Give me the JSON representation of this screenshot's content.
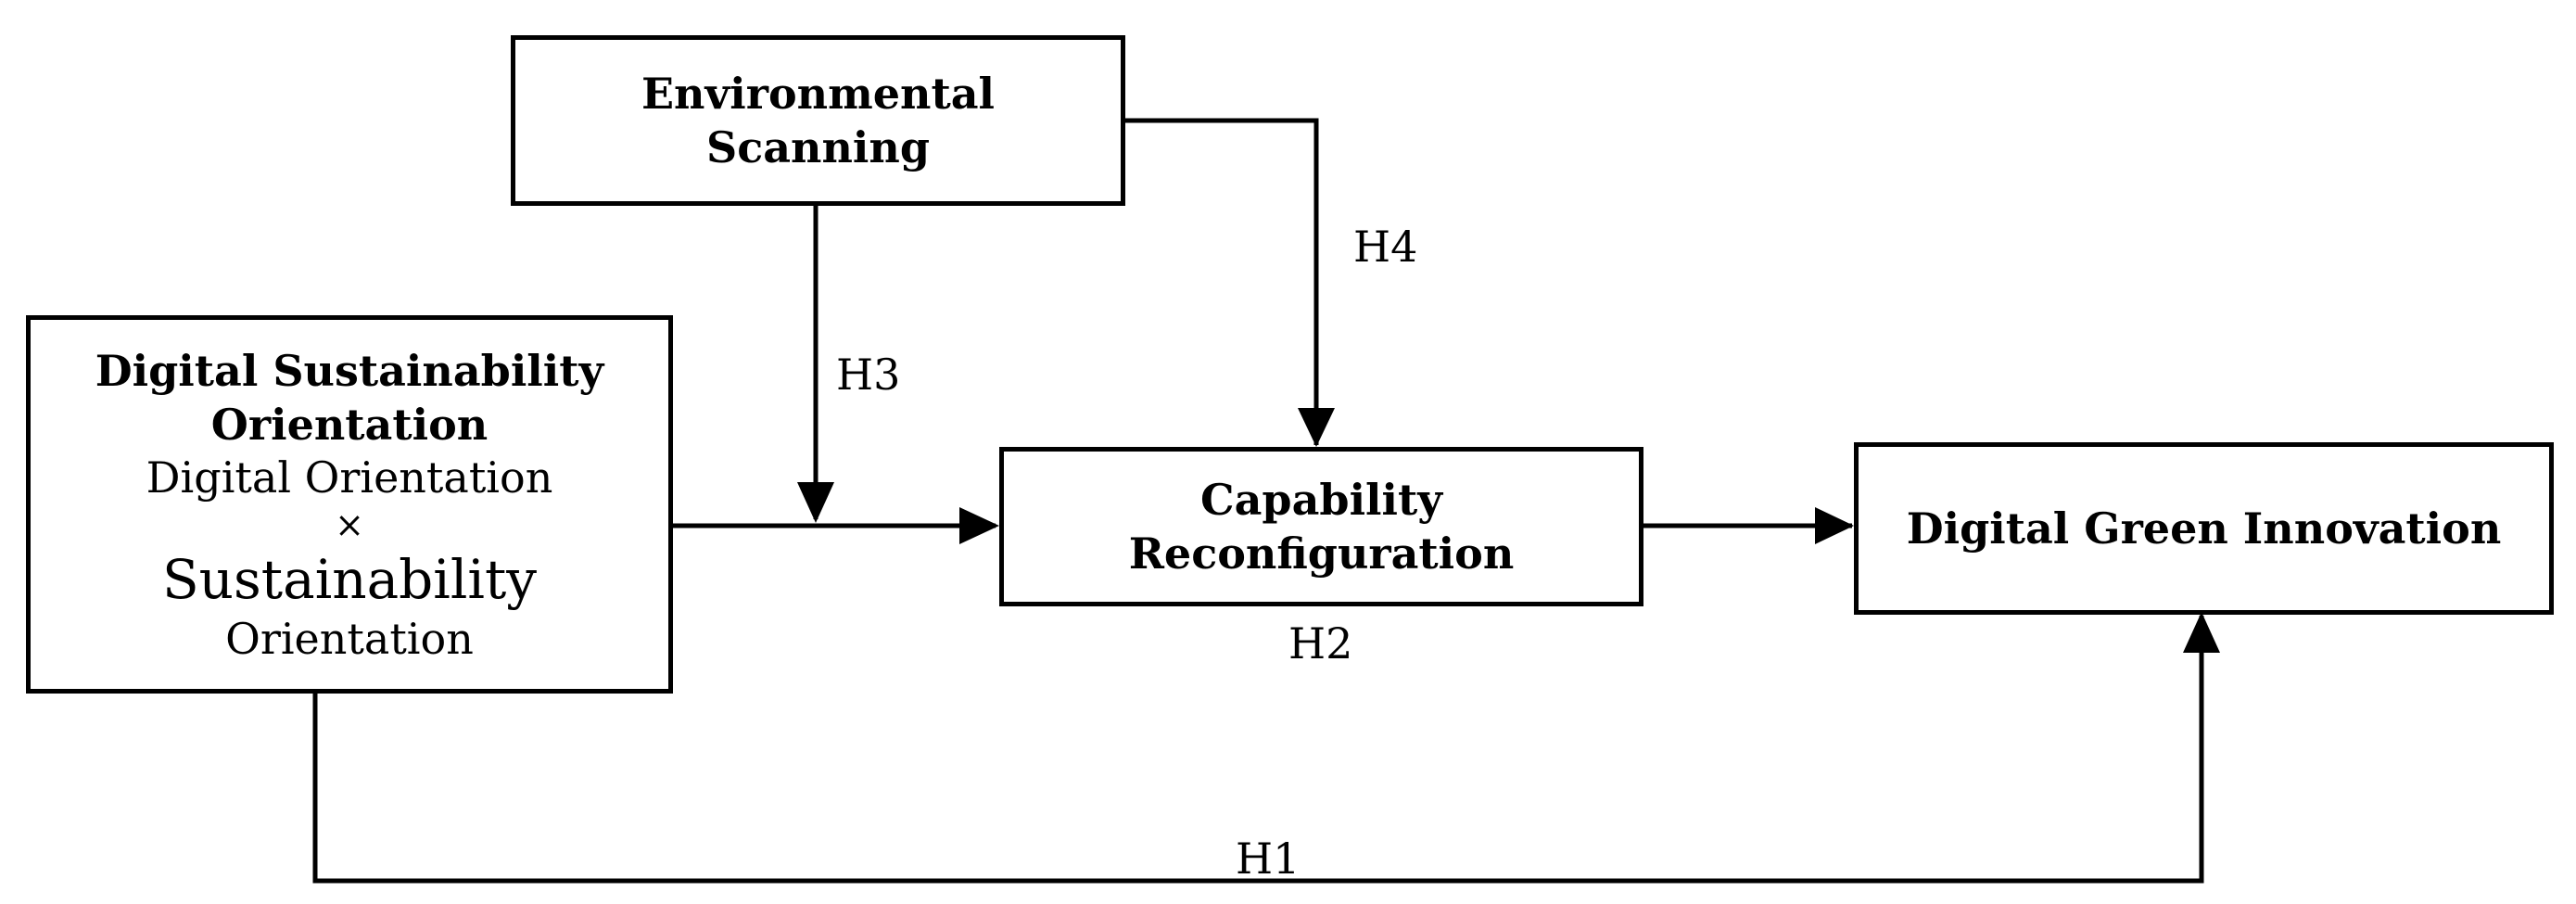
{
  "nodes": {
    "environmental_scanning": {
      "line1": "Environmental",
      "line2": "Scanning"
    },
    "dso": {
      "title_line1": "Digital Sustainability",
      "title_line2": "Orientation",
      "sub1": "Digital Orientation",
      "times": "×",
      "sub2": "Sustainability",
      "sub3": "Orientation"
    },
    "capability_reconfiguration": {
      "line1": "Capability",
      "line2": "Reconfiguration"
    },
    "digital_green_innovation": {
      "label": "Digital Green Innovation"
    }
  },
  "hypotheses": {
    "h1": "H1",
    "h2": "H2",
    "h3": "H3",
    "h4": "H4"
  },
  "colors": {
    "stroke": "#000000",
    "background": "#ffffff"
  }
}
